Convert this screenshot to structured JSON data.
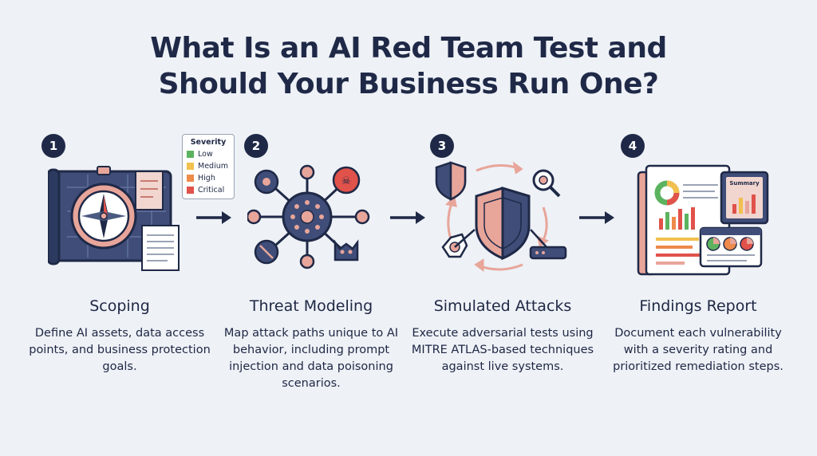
{
  "title": {
    "line1": "What Is an AI Red Team Test and",
    "line2": "Should Your Business Run One?"
  },
  "severity_legend": {
    "title": "Severity",
    "items": [
      {
        "label": "Low",
        "color": "#5cb35f"
      },
      {
        "label": "Medium",
        "color": "#f2c04e"
      },
      {
        "label": "High",
        "color": "#ee8a4a"
      },
      {
        "label": "Critical",
        "color": "#e0524a"
      }
    ]
  },
  "steps": [
    {
      "number": "1",
      "title": "Scoping",
      "description": "Define AI assets, data access points, and business protection goals.",
      "icon": "blueprint-compass-icon"
    },
    {
      "number": "2",
      "title": "Threat Modeling",
      "description": "Map attack paths unique to AI behavior, including prompt injection and data poisoning scenarios.",
      "icon": "network-hub-icon"
    },
    {
      "number": "3",
      "title": "Simulated Attacks",
      "description": "Execute adversarial tests using MITRE ATLAS-based techniques against live systems.",
      "icon": "shield-cycle-icon"
    },
    {
      "number": "4",
      "title": "Findings Report",
      "description": "Document each vulnerability with a severity rating and prioritized remediation steps.",
      "icon": "report-dashboard-icon"
    }
  ],
  "report_card": {
    "summary_label": "Summary"
  },
  "colors": {
    "navy": "#1f2947",
    "salmon": "#e8a59a",
    "slate": "#4a5a80"
  }
}
